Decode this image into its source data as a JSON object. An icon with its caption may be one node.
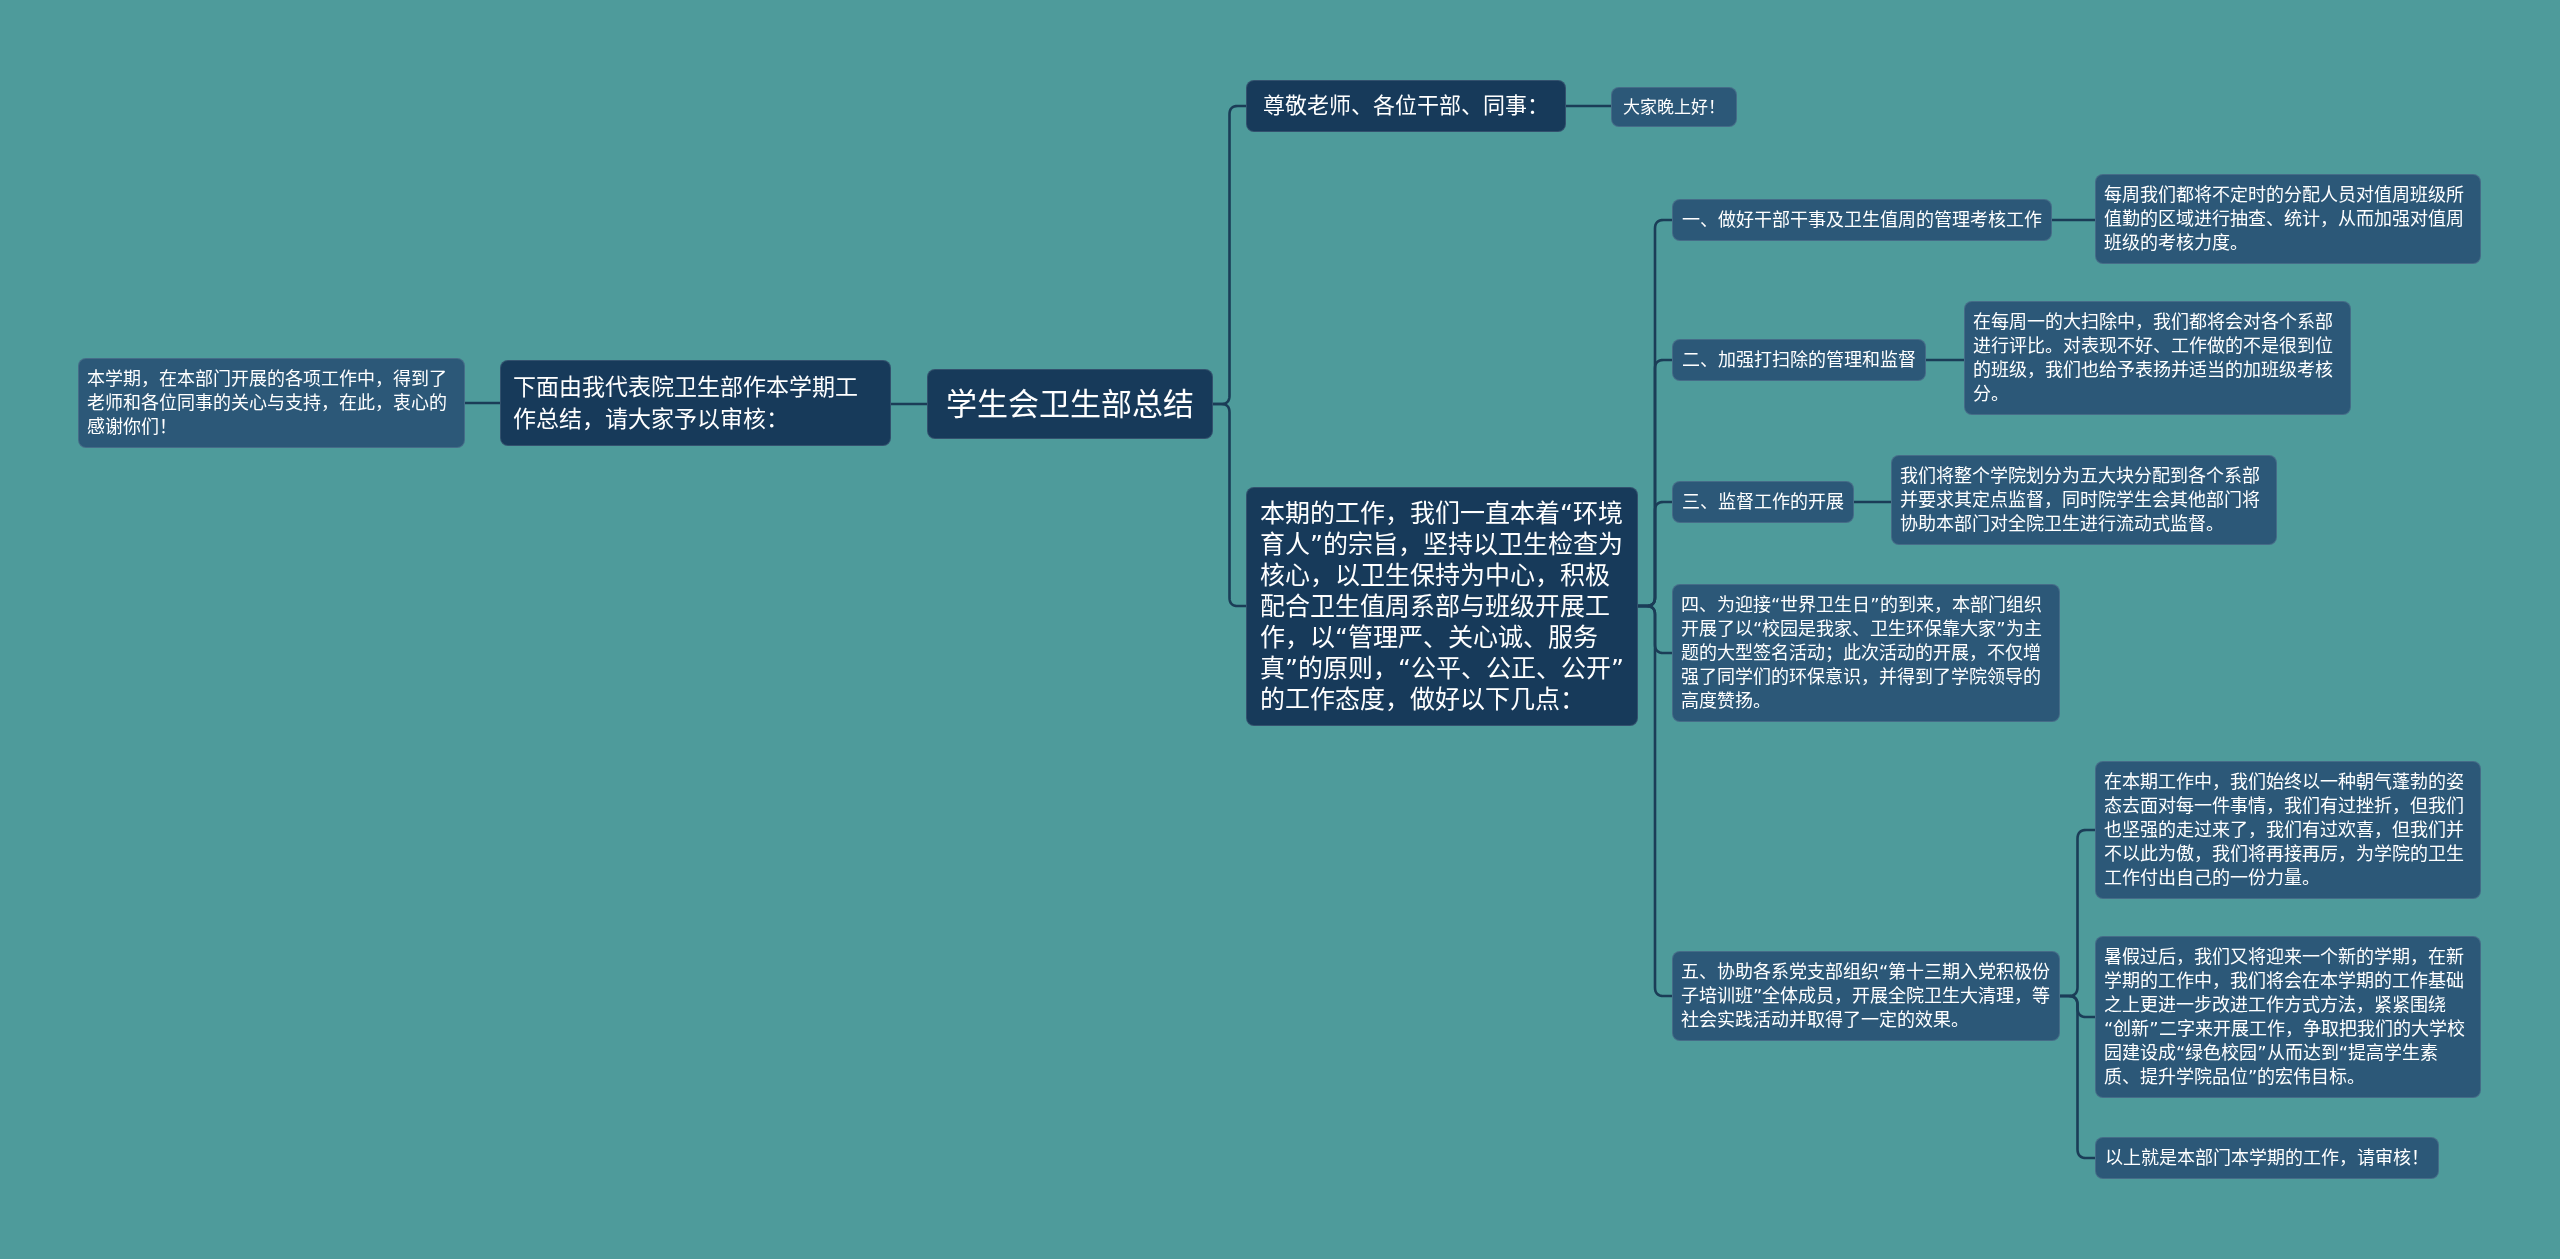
{
  "diagram": {
    "nodes": [
      {
        "text": [
          "学生会卫生部总结"
        ]
      },
      {
        "text": [
          "下面由我代表院卫生部作本学期工作总结，请大家予以审核："
        ]
      },
      {
        "text": [
          "本学期，在本部门开展的各项工作中，得到了老师和各位同事的关心与支持，在此，衷心的感谢你们！"
        ]
      },
      {
        "text": [
          "尊敬老师、各位干部、同事："
        ]
      },
      {
        "text": [
          "大家晚上好！"
        ]
      },
      {
        "text": [
          "本期的工作，我们一直本着“环境育人”的宗旨，坚持以卫生检查为核心，以卫生保持为中心，积极配合卫生值周系部与班级开展工作，以“管理严、关心诚、服务真”的原则，“公平、公正、公开”的工作态度，做好以下几点："
        ]
      },
      {
        "text": [
          "一、做好干部干事及卫生值周的管理考核工作"
        ]
      },
      {
        "text": [
          "每周我们都将不定时的分配人员对值周班级所值勤的区域进行抽查、统计，从而加强对值周班级的考核力度。"
        ]
      },
      {
        "text": [
          "二、加强打扫除的管理和监督"
        ]
      },
      {
        "text": [
          "在每周一的大扫除中，我们都将会对各个系部进行评比。对表现不好、工作做的不是很到位的班级，我们也给予表扬并适当的加班级考核分。"
        ]
      },
      {
        "text": [
          "三、监督工作的开展"
        ]
      },
      {
        "text": [
          "我们将整个学院划分为五大块分配到各个系部并要求其定点监督，同时院学生会其他部门将协助本部门对全院卫生进行流动式监督。"
        ]
      },
      {
        "text": [
          "四、为迎接“世界卫生日”的到来，本部门组织开展了以“校园是我家、卫生环保靠大家”为主题的大型签名活动；此次活动的开展，不仅增强了同学们的环保意识，并得到了学院领导的高度赞扬。"
        ]
      },
      {
        "text": [
          "五、协助各系党支部组织“第十三期入党积极份子培训班”全体成员，开展全院卫生大清理，等社会实践活动并取得了一定的效果。"
        ]
      },
      {
        "text": [
          "在本期工作中，我们始终以一种朝气蓬勃的姿态去面对每一件事情，我们有过挫折，但我们也坚强的走过来了，我们有过欢喜，但我们并不以此为傲，我们将再接再厉，为学院的卫生工作付出自己的一份力量。"
        ]
      },
      {
        "text": [
          "暑假过后，我们又将迎来一个新的学期，在新学期的工作中，我们将会在本学期的工作基础之上更进一步改进工作方式方法，紧紧围绕“创新”二字来开展工作，争取把我们的大学校园建设成“绿色校园”从而达到“提高学生素质、提升学院品位”的宏伟目标。"
        ]
      },
      {
        "text": [
          "以上就是本部门本学期的工作，请审核！"
        ]
      }
    ],
    "edges": [
      {
        "from": 0,
        "to": 1,
        "arrow": "none"
      },
      {
        "from": 1,
        "to": 2,
        "arrow": "none"
      },
      {
        "from": 0,
        "to": 3,
        "arrow": "none"
      },
      {
        "from": 3,
        "to": 4,
        "arrow": "none"
      },
      {
        "from": 0,
        "to": 5,
        "arrow": "none"
      },
      {
        "from": 5,
        "to": 6,
        "arrow": "none"
      },
      {
        "from": 6,
        "to": 7,
        "arrow": "none"
      },
      {
        "from": 5,
        "to": 8,
        "arrow": "none"
      },
      {
        "from": 8,
        "to": 9,
        "arrow": "none"
      },
      {
        "from": 5,
        "to": 10,
        "arrow": "none"
      },
      {
        "from": 10,
        "to": 11,
        "arrow": "none"
      },
      {
        "from": 5,
        "to": 12,
        "arrow": "none"
      },
      {
        "from": 5,
        "to": 13,
        "arrow": "none"
      },
      {
        "from": 13,
        "to": 14,
        "arrow": "none"
      },
      {
        "from": 13,
        "to": 15,
        "arrow": "none"
      },
      {
        "from": 13,
        "to": 16,
        "arrow": "none"
      }
    ]
  }
}
